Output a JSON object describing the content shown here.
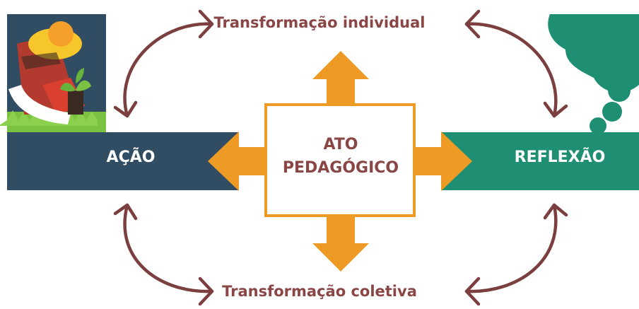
{
  "labels": {
    "top": "Transformação individual",
    "bottom": "Transformação coletiva",
    "left": "AÇÃO",
    "right": "REFLEXÃO",
    "center_line1": "ATO",
    "center_line2": "PEDAGÓGICO"
  },
  "colors": {
    "acao_band": "#304d63",
    "reflexao_band": "#1f8f74",
    "center_arrows": "#ee9b25",
    "loop_arrows": "#7b3f3f",
    "label_text": "#8a4545"
  },
  "icons": [
    "farmer-planting-illustration",
    "thought-bubble-illustration"
  ]
}
